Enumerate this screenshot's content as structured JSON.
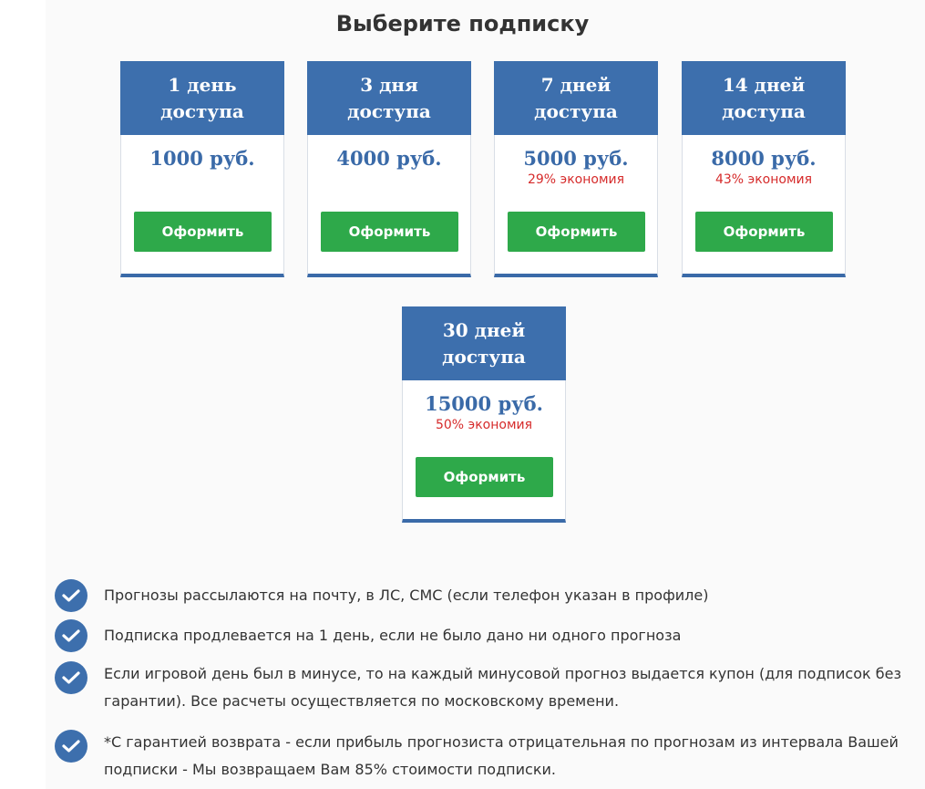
{
  "title": "Выберите подписку",
  "plans": [
    {
      "name_line1": "1 день",
      "name_line2": "доступа",
      "price": "1000 руб.",
      "saving": "",
      "button": "Оформить"
    },
    {
      "name_line1": "3 дня",
      "name_line2": "доступа",
      "price": "4000 руб.",
      "saving": "",
      "button": "Оформить"
    },
    {
      "name_line1": "7 дней",
      "name_line2": "доступа",
      "price": "5000 руб.",
      "saving": "29% экономия",
      "button": "Оформить"
    },
    {
      "name_line1": "14 дней",
      "name_line2": "доступа",
      "price": "8000 руб.",
      "saving": "43% экономия",
      "button": "Оформить"
    },
    {
      "name_line1": "30 дней",
      "name_line2": "доступа",
      "price": "15000 руб.",
      "saving": "50% экономия",
      "button": "Оформить"
    }
  ],
  "features": [
    {
      "icon": "check-circle-icon",
      "text": "Прогнозы рассылаются на почту, в ЛС, СМС (если телефон указан в профиле)"
    },
    {
      "icon": "check-circle-icon",
      "text": "Подписка продлевается на 1 день, если не было дано ни одного прогноза"
    },
    {
      "icon": "check-circle-icon",
      "text": "Если игровой день был в минусе, то на каждый минусовой прогноз выдается купон (для подписок без гарантии). Все расчеты осуществляется по московскому времени."
    },
    {
      "icon": "check-circle-icon",
      "text": "*С гарантией возврата - если прибыль прогнозиста отрицательная по прогнозам из интервала Вашей подписки - Мы возвращаем Вам 85% стоимости подписки."
    }
  ],
  "colors": {
    "header_blue": "#3d6fad",
    "button_green": "#2ea94a",
    "saving_red": "#d62b2b",
    "price_blue": "#3a6aa8"
  }
}
